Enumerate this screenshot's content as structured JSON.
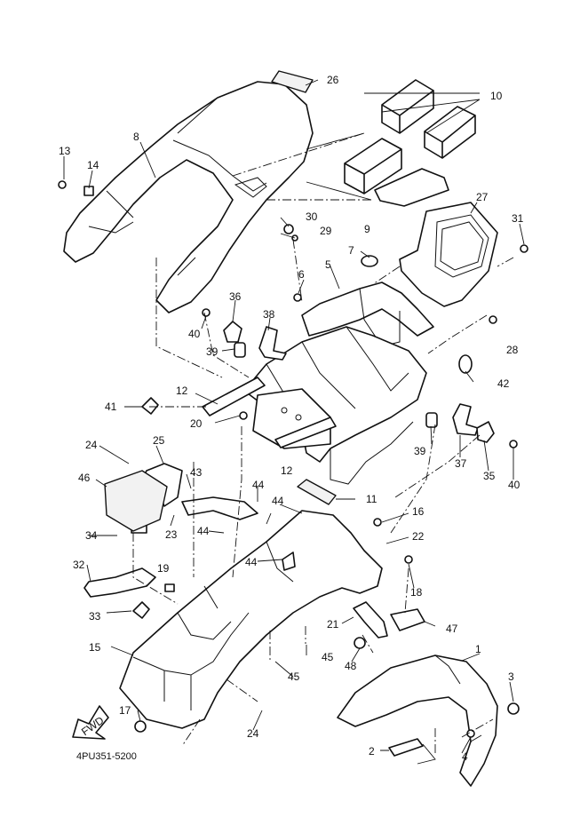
{
  "drawing_code": "4PU351-5200",
  "fwd_label": "FWD",
  "callouts": [
    "1",
    "2",
    "3",
    "4",
    "5",
    "6",
    "7",
    "8",
    "9",
    "10",
    "11",
    "12",
    "13",
    "14",
    "15",
    "16",
    "17",
    "18",
    "19",
    "20",
    "21",
    "22",
    "23",
    "24",
    "25",
    "26",
    "27",
    "28",
    "29",
    "30",
    "31",
    "32",
    "33",
    "34",
    "35",
    "36",
    "37",
    "38",
    "39",
    "40",
    "41",
    "42",
    "43",
    "44",
    "45",
    "46",
    "47",
    "48"
  ]
}
